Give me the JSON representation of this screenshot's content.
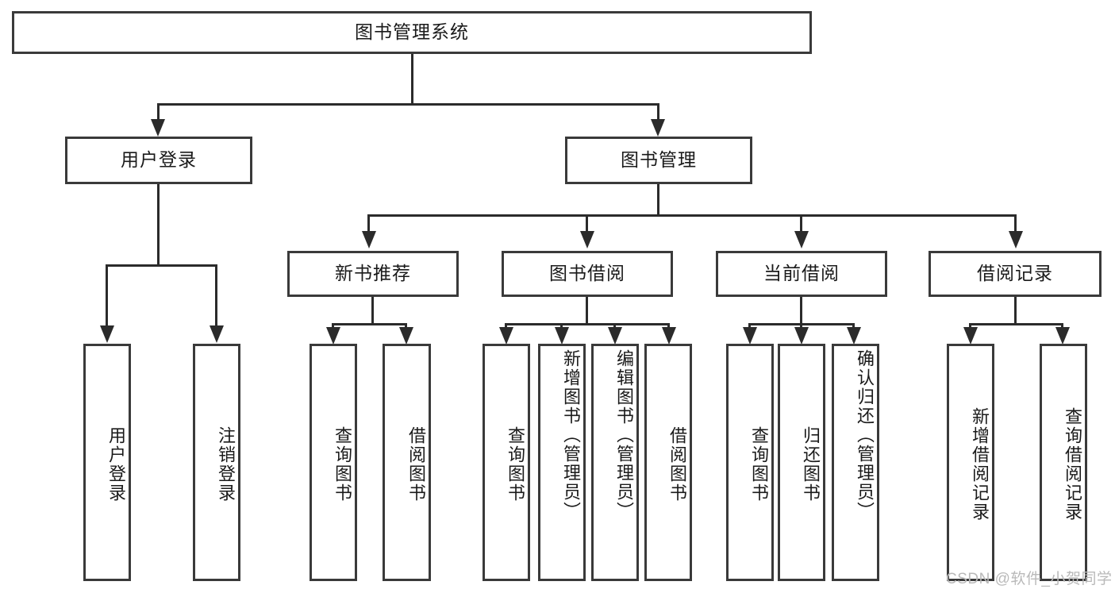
{
  "diagram": {
    "title": "图书管理系统",
    "type": "function-structure-tree",
    "root": {
      "label": "图书管理系统"
    },
    "level2": [
      {
        "label": "用户登录"
      },
      {
        "label": "图书管理"
      }
    ],
    "level3": [
      {
        "label": "新书推荐"
      },
      {
        "label": "图书借阅"
      },
      {
        "label": "当前借阅"
      },
      {
        "label": "借阅记录"
      }
    ],
    "leaves": {
      "user_login": [
        {
          "label": "用户登录"
        },
        {
          "label": "注销登录"
        }
      ],
      "new_book_recommend": [
        {
          "label": "查询图书"
        },
        {
          "label": "借阅图书"
        }
      ],
      "book_borrow": [
        {
          "label": "查询图书"
        },
        {
          "label": "新增图书（管理员）"
        },
        {
          "label": "编辑图书（管理员）"
        },
        {
          "label": "借阅图书"
        }
      ],
      "current_borrow": [
        {
          "label": "查询图书"
        },
        {
          "label": "归还图书"
        },
        {
          "label": "确认归还（管理员）"
        }
      ],
      "borrow_record": [
        {
          "label": "新增借阅记录"
        },
        {
          "label": "查询借阅记录"
        }
      ]
    },
    "watermark": "CSDN @软件_小贺同学",
    "colors": {
      "box_border": "#3a3a3a",
      "connector": "#2b2b2b",
      "background": "#ffffff",
      "text": "#1a1a1a",
      "watermark": "#b9b9b9"
    }
  }
}
